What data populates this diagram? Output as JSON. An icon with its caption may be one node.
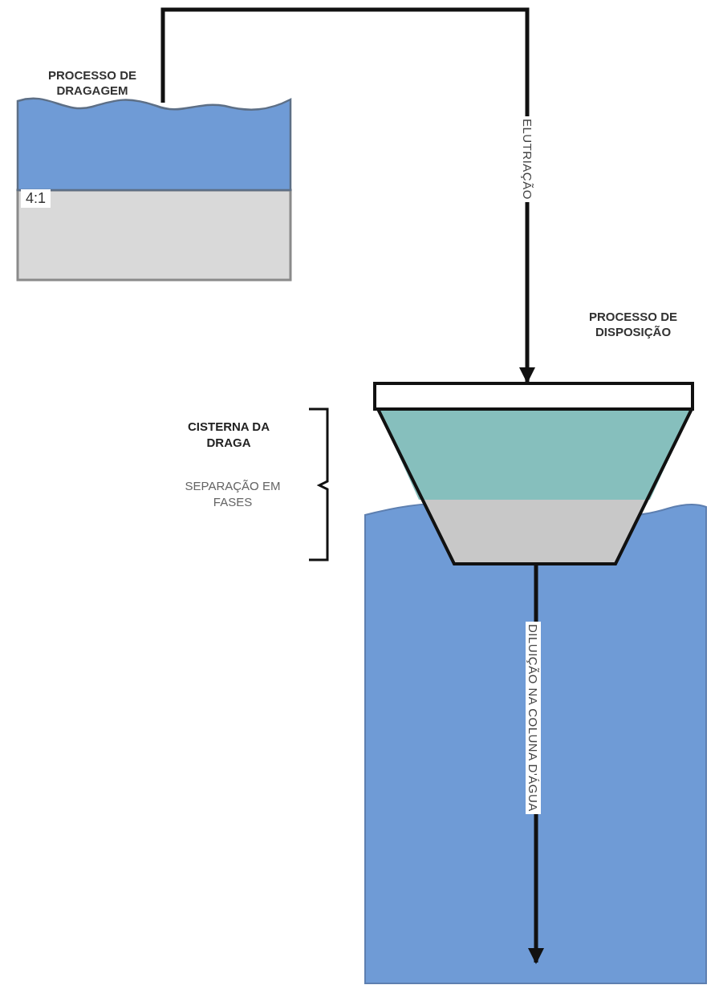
{
  "diagram": {
    "nodes": [
      {
        "text": [
          "PROCESSO DE DRAGAGEM",
          "4:1"
        ]
      },
      {
        "text": [
          "PROCESSO DE DISPOSIÇÃO"
        ]
      },
      {
        "text": [],
        "shape": "box"
      }
    ],
    "edges": [
      {
        "from": 0,
        "to": 1,
        "arrow": "to",
        "label": "ELUTRIAÇÃO"
      },
      {
        "from": 1,
        "to": 2,
        "arrow": "to",
        "label": "DILUIÇÃO NA COLUNA D'ÁGUA"
      }
    ],
    "labels": [
      "CISTERNA DA DRAGA",
      "SEPARAÇÃO EM FASES"
    ]
  }
}
